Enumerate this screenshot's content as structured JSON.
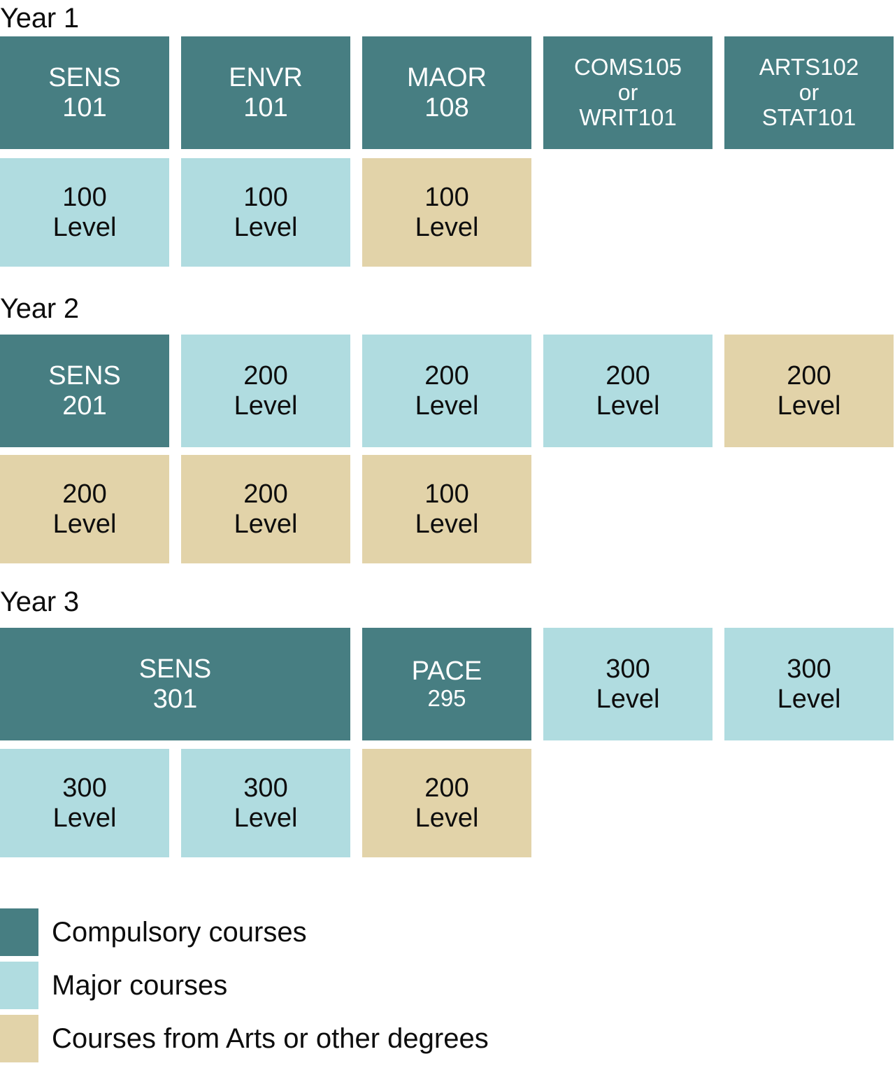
{
  "colors": {
    "compulsory": "#477E82",
    "major": "#B0DCE0",
    "other": "#E2D3A9",
    "background": "#FFFFFF",
    "text_dark": "#0D0D0D",
    "text_light": "#FFFFFF"
  },
  "years": [
    {
      "label": "Year 1",
      "rows": [
        {
          "cells": [
            {
              "kind": "compulsory",
              "line1": "SENS",
              "line2": "101"
            },
            {
              "kind": "compulsory",
              "line1": "ENVR",
              "line2": "101"
            },
            {
              "kind": "compulsory",
              "line1": "MAOR",
              "line2": "108"
            },
            {
              "kind": "compulsory",
              "line1": "COMS105",
              "mid": "or",
              "line2": "WRIT101"
            },
            {
              "kind": "compulsory",
              "line1": "ARTS102",
              "mid": "or",
              "line2": "STAT101"
            }
          ]
        },
        {
          "cells": [
            {
              "kind": "major",
              "line1": "100",
              "line2": "Level"
            },
            {
              "kind": "major",
              "line1": "100",
              "line2": "Level"
            },
            {
              "kind": "other",
              "line1": "100",
              "line2": "Level"
            },
            {
              "kind": "empty"
            },
            {
              "kind": "empty"
            }
          ]
        }
      ]
    },
    {
      "label": "Year 2",
      "rows": [
        {
          "cells": [
            {
              "kind": "compulsory",
              "line1": "SENS",
              "line2": "201"
            },
            {
              "kind": "major",
              "line1": "200",
              "line2": "Level"
            },
            {
              "kind": "major",
              "line1": "200",
              "line2": "Level"
            },
            {
              "kind": "major",
              "line1": "200",
              "line2": "Level"
            },
            {
              "kind": "other",
              "line1": "200",
              "line2": "Level"
            }
          ]
        },
        {
          "cells": [
            {
              "kind": "other",
              "line1": "200",
              "line2": "Level"
            },
            {
              "kind": "other",
              "line1": "200",
              "line2": "Level"
            },
            {
              "kind": "other",
              "line1": "100",
              "line2": "Level"
            },
            {
              "kind": "empty"
            },
            {
              "kind": "empty"
            }
          ]
        }
      ]
    },
    {
      "label": "Year 3",
      "rows": [
        {
          "cells": [
            {
              "kind": "compulsory",
              "line1": "SENS",
              "line2": "301",
              "span": 2
            },
            {
              "kind": "compulsory",
              "line1": "PACE",
              "line2": "295",
              "line2_small": true
            },
            {
              "kind": "major",
              "line1": "300",
              "line2": "Level"
            },
            {
              "kind": "major",
              "line1": "300",
              "line2": "Level"
            }
          ]
        },
        {
          "cells": [
            {
              "kind": "major",
              "line1": "300",
              "line2": "Level"
            },
            {
              "kind": "major",
              "line1": "300",
              "line2": "Level"
            },
            {
              "kind": "other",
              "line1": "200",
              "line2": "Level"
            },
            {
              "kind": "empty"
            },
            {
              "kind": "empty"
            }
          ]
        }
      ]
    }
  ],
  "legend": [
    {
      "kind": "compulsory",
      "label": "Compulsory courses"
    },
    {
      "kind": "major",
      "label": "Major courses"
    },
    {
      "kind": "other",
      "label": "Courses from Arts or other degrees"
    }
  ]
}
